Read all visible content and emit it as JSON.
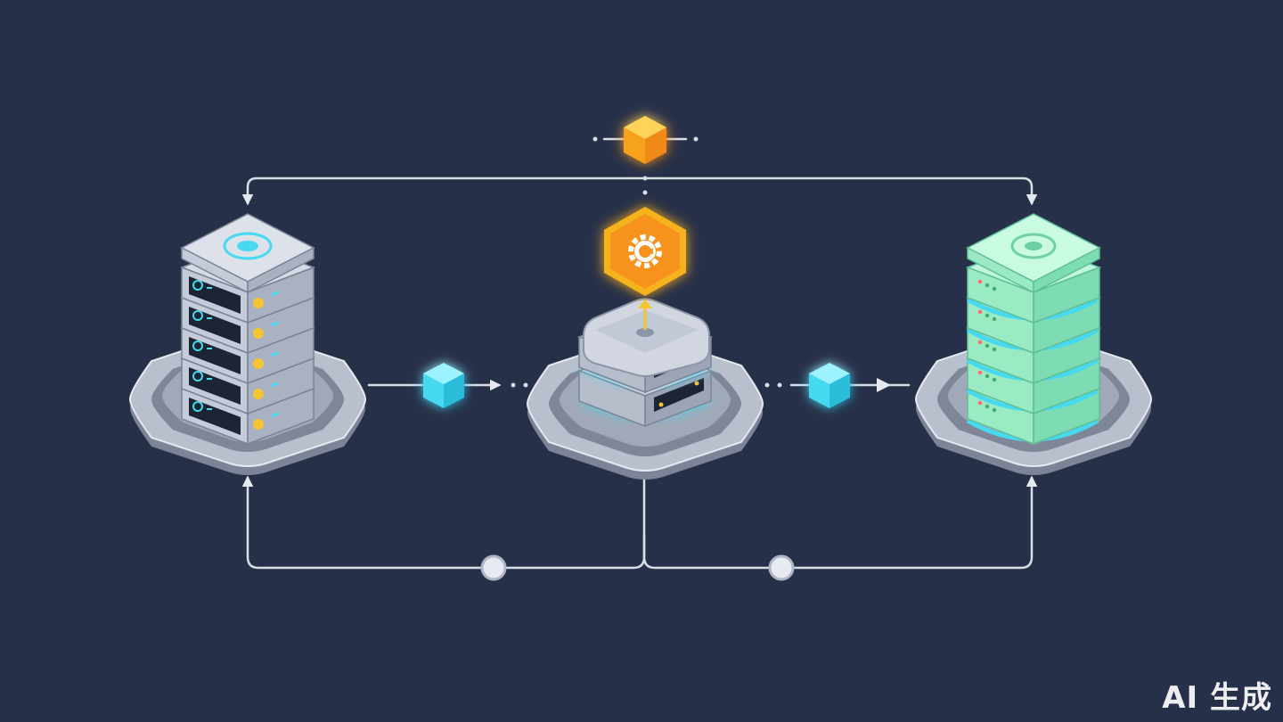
{
  "diagram": {
    "nodes": [
      {
        "name": "source-server",
        "icon": "server-stack-icon",
        "color": "#c9cfdc"
      },
      {
        "name": "processing-server",
        "icon": "server-icon",
        "color": "#c9cfdc"
      },
      {
        "name": "destination-server",
        "icon": "server-stack-icon",
        "color": "#9ff0c8"
      }
    ],
    "badge": {
      "icon": "gear-icon",
      "color": "#f7a21b"
    },
    "top_cube": {
      "icon": "cube-icon",
      "color": "#f7a21b"
    },
    "flow_cubes": {
      "icon": "cube-icon",
      "color": "#46d9ef"
    },
    "connectors": {
      "color": "#d9dde6"
    }
  },
  "watermark": "AI 生成"
}
